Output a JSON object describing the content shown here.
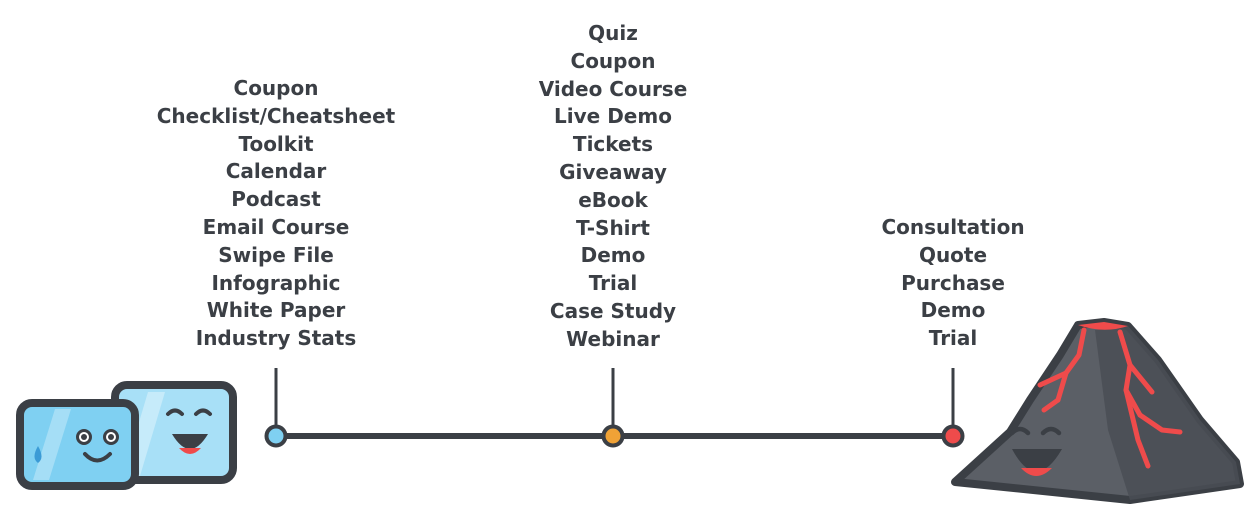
{
  "stages": [
    {
      "id": "awareness",
      "dot_color": "#7fd0f2",
      "offers": [
        "Coupon",
        "Checklist/Cheatsheet",
        "Toolkit",
        "Calendar",
        "Podcast",
        "Email Course",
        "Swipe File",
        "Infographic",
        "White Paper",
        "Industry Stats"
      ]
    },
    {
      "id": "evaluation",
      "dot_color": "#f0a236",
      "offers": [
        "Quiz",
        "Coupon",
        "Video Course",
        "Live Demo",
        "Tickets",
        "Giveaway",
        "eBook",
        "T-Shirt",
        "Demo",
        "Trial",
        "Case Study",
        "Webinar"
      ]
    },
    {
      "id": "conversion",
      "dot_color": "#ef4b4b",
      "offers": [
        "Consultation",
        "Quote",
        "Purchase",
        "Demo",
        "Trial"
      ]
    }
  ],
  "colors": {
    "line": "#3b3f45",
    "text": "#3b3f45",
    "ice": "#7fd0f2",
    "ice_light": "#a8e0f7",
    "volcano": "#5b5f66",
    "volcano_dark": "#4a4e55",
    "lava": "#ef4b4b",
    "mouth": "#ef4b4b"
  },
  "icons": {
    "left": "ice-cubes-icon",
    "right": "volcano-icon"
  }
}
